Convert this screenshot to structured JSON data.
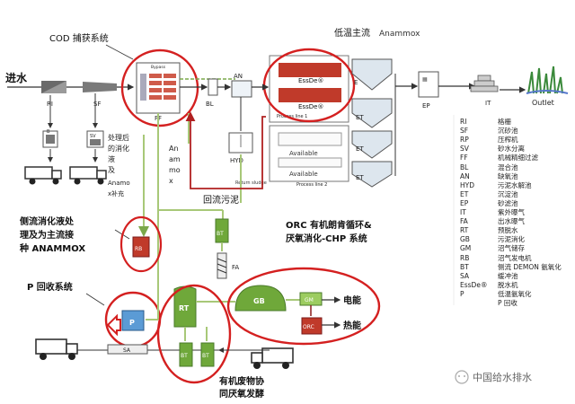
{
  "labels": {
    "inflow": "进水",
    "cod_capture": "COD 捕获系统",
    "low_temp": "低温主流",
    "anammox_word": "Anammox",
    "outlet": "Outlet",
    "side_stream": [
      "侧流消化液处",
      "理及为主流接",
      "种 ANAMMOX"
    ],
    "p_recovery": "P 回收系统",
    "orc_title": [
      "ORC 有机朗肯循环&",
      "厌氧消化-CHP 系统"
    ],
    "return_sludge": "回流污泥",
    "electricity": "电能",
    "heat": "热能",
    "co_digestion": [
      "有机废物协",
      "同厌氧发酵"
    ],
    "digestate_note": [
      "处理后",
      "的消化",
      "液",
      "及",
      "Anamo",
      "x补充"
    ],
    "anammox_vertical": [
      "An",
      "am",
      "mo",
      "x"
    ],
    "process_line_1": "Process line 1",
    "process_line_2": "Process line 2",
    "available": "Available",
    "return_sludge_en": "Return sludge",
    "bypass": "Bypass",
    "watermark": "中国给水排水"
  },
  "units": {
    "RI": "RI",
    "SF": "SF",
    "FF": "FF",
    "BL": "BL",
    "AN": "AN",
    "HYD": "HYD",
    "ET": "ET",
    "EP": "EP",
    "IT": "IT",
    "E": "E",
    "RB": "RB",
    "BT": "BT",
    "FA": "FA",
    "RT": "RT",
    "GB": "GB",
    "GM": "GM",
    "ORC": "ORC",
    "P": "P",
    "SA": "SA",
    "SV": "SV",
    "EssDe": "EssDe®"
  },
  "legend": [
    {
      "abbr": "RI",
      "desc": "格栅"
    },
    {
      "abbr": "SF",
      "desc": "沉砂池"
    },
    {
      "abbr": "RP",
      "desc": "压榨机"
    },
    {
      "abbr": "SV",
      "desc": "砂水分离"
    },
    {
      "abbr": "FF",
      "desc": "机械精细过滤"
    },
    {
      "abbr": "BL",
      "desc": "混合池"
    },
    {
      "abbr": "AN",
      "desc": "缺氧池"
    },
    {
      "abbr": "HYD",
      "desc": "污泥水解池"
    },
    {
      "abbr": "ET",
      "desc": "沉淀池"
    },
    {
      "abbr": "EP",
      "desc": "砂滤池"
    },
    {
      "abbr": "IT",
      "desc": "紫外曝气"
    },
    {
      "abbr": "FA",
      "desc": "出水曝气"
    },
    {
      "abbr": "RT",
      "desc": "预脱水"
    },
    {
      "abbr": "GB",
      "desc": "污泥消化"
    },
    {
      "abbr": "GM",
      "desc": "沼气储存"
    },
    {
      "abbr": "RB",
      "desc": "沼气发电机"
    },
    {
      "abbr": "BT",
      "desc": "侧流 DEMON 氨氧化"
    },
    {
      "abbr": "SA",
      "desc": "缓冲池"
    },
    {
      "abbr": "EssDe®",
      "desc": "脱水机"
    },
    {
      "abbr": "P",
      "desc": "低温氨氧化"
    },
    {
      "abbr": "",
      "desc": "P 回收"
    }
  ],
  "colors": {
    "red": "#d42020",
    "green_pipe": "#a8c878",
    "green_tank": "#6fa83a",
    "dark_red": "#8b1a1a"
  }
}
